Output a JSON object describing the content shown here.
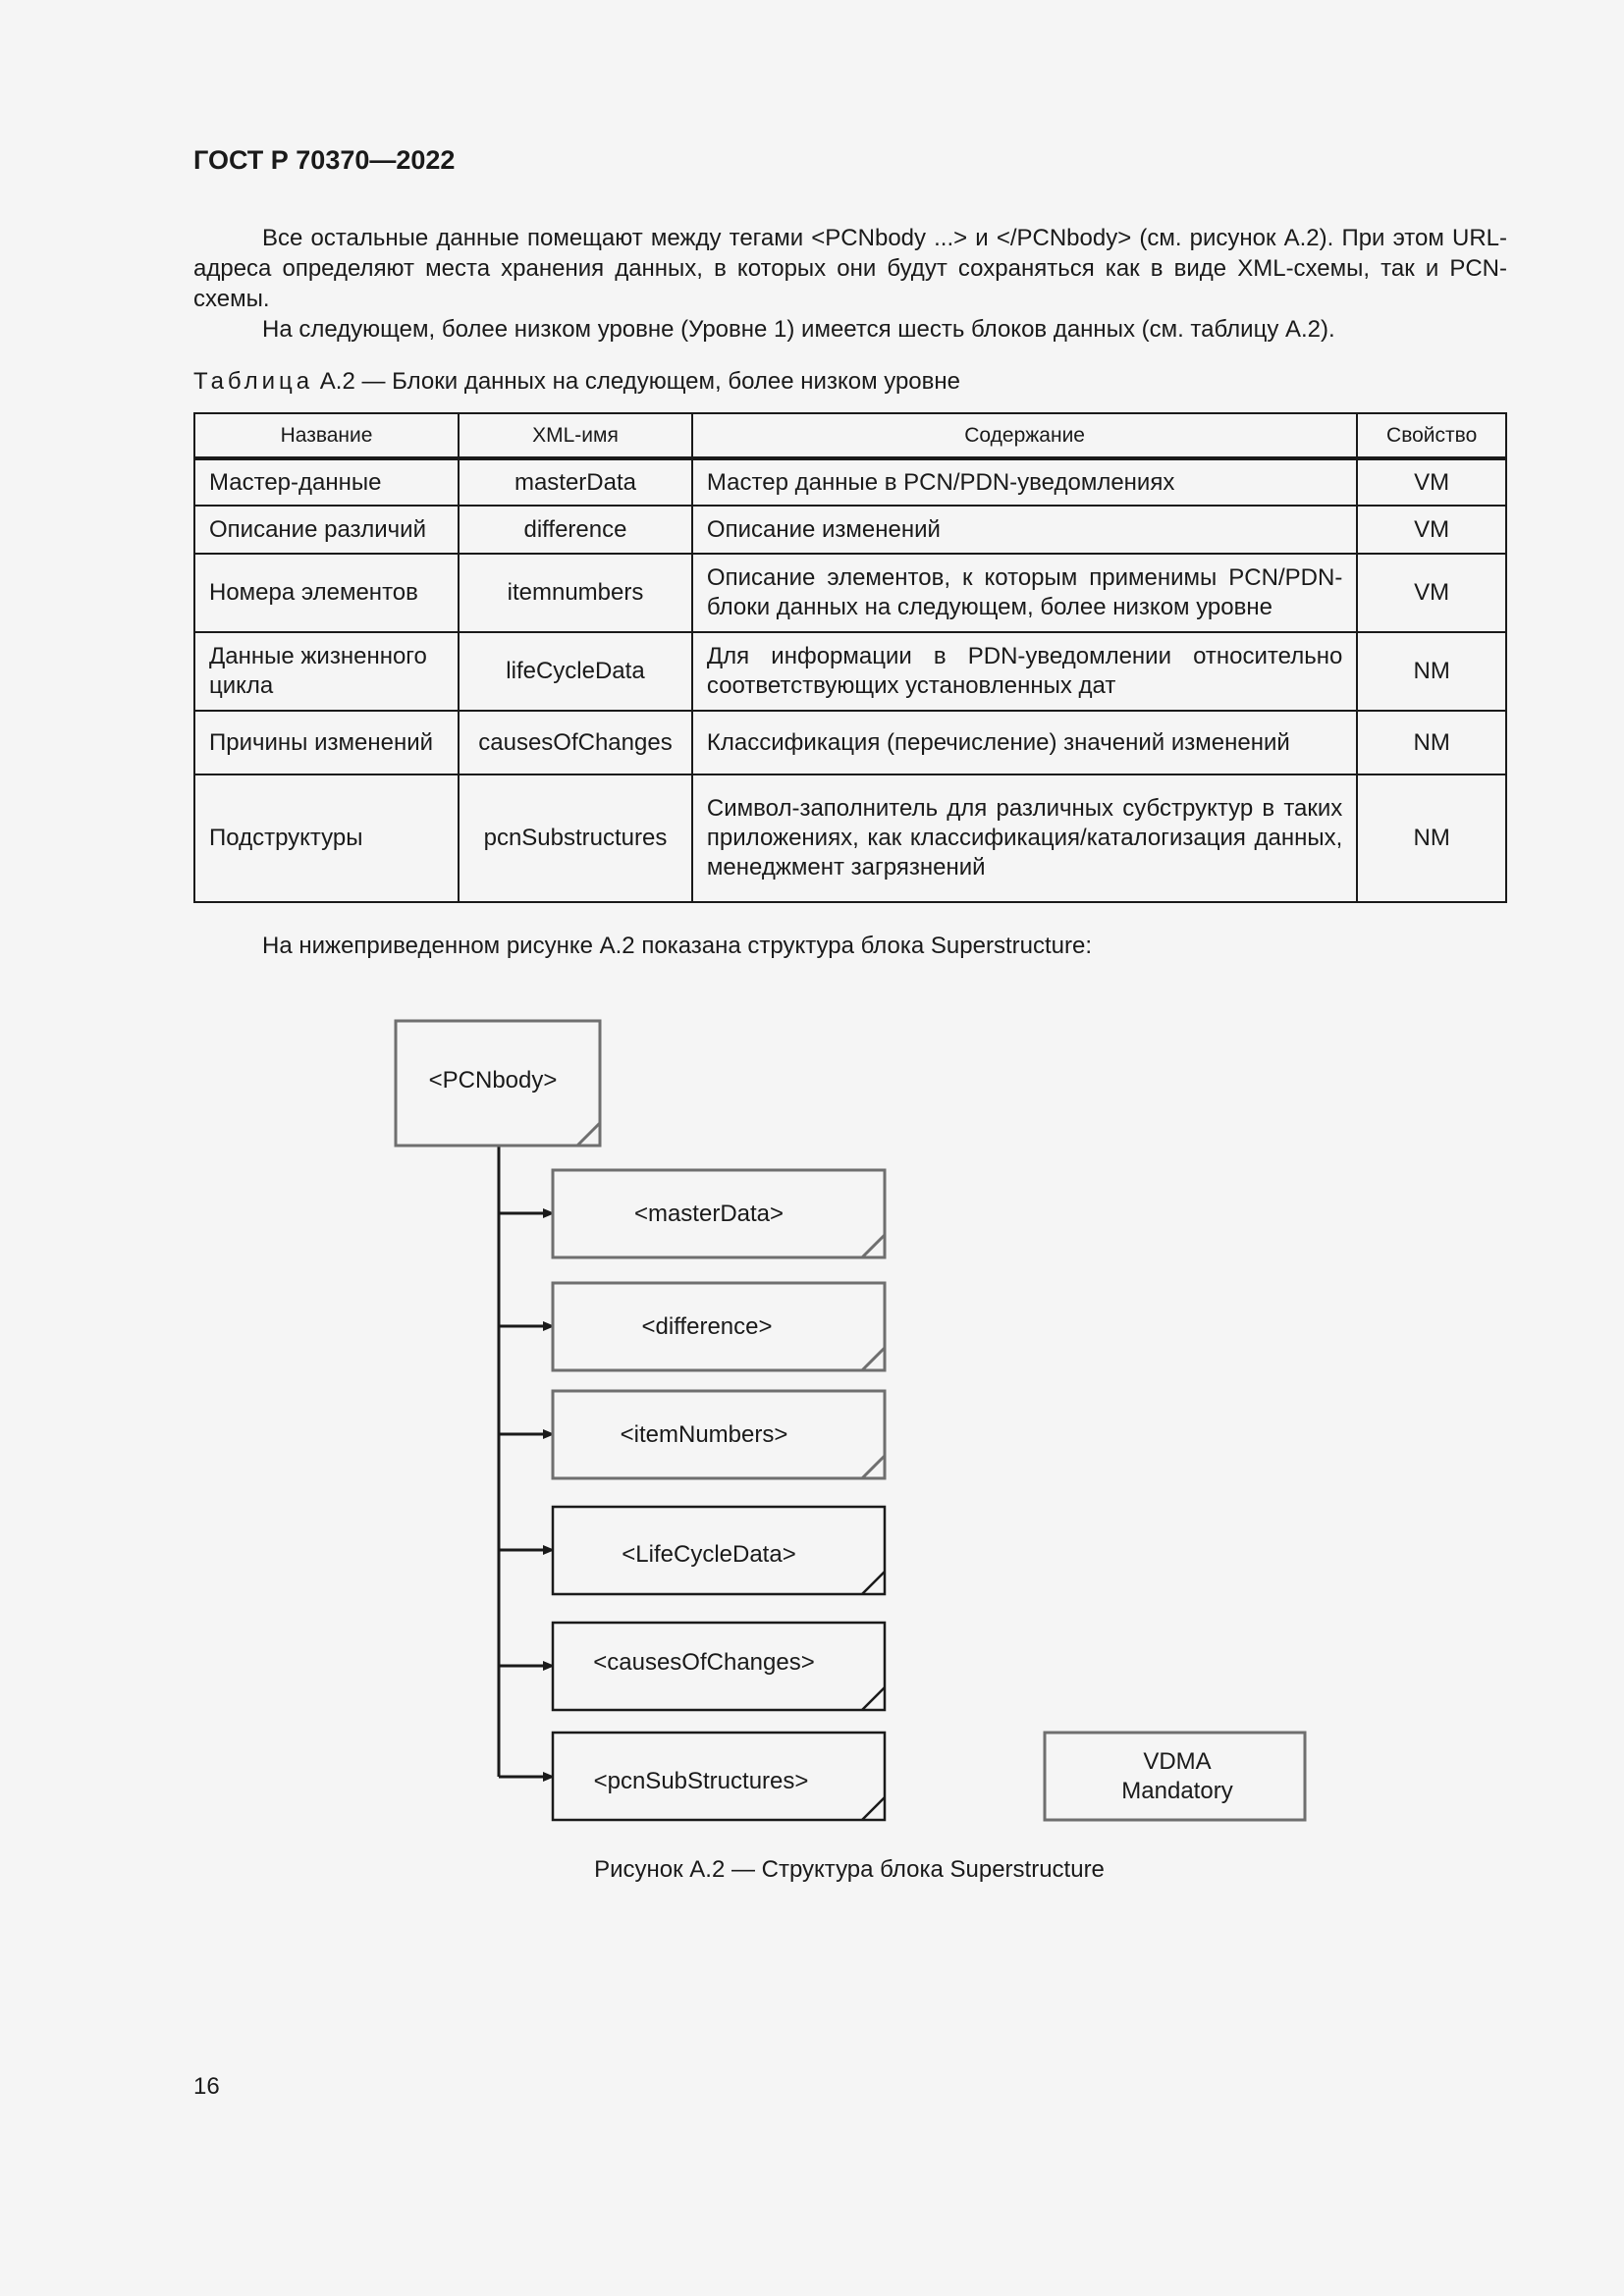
{
  "header": {
    "title": "ГОСТ Р 70370—2022"
  },
  "paragraphs": {
    "p1": "Все остальные данные помещают между тегами <PCNbody ...> и </PCNbody> (см. рисунок А.2). При этом URL-адреса определяют места хранения данных, в которых они будут сохраняться как в виде XML-схемы, так и PCN-схемы.",
    "p2": "На следующем, более низком уровне (Уровне 1) имеется шесть блоков данных (см. таблицу А.2).",
    "p3": "На нижеприведенном рисунке А.2 показана структура блока Superstructure:"
  },
  "table": {
    "caption_label": "Таблица",
    "caption_text": " А.2 — Блоки данных на следующем, более низком уровне",
    "headers": [
      "Название",
      "XML-имя",
      "Содержание",
      "Свойство"
    ],
    "rows": [
      [
        "Мастер-данные",
        "masterData",
        "Мастер данные в PCN/PDN-уведомлениях",
        "VM"
      ],
      [
        "Описание различий",
        "difference",
        "Описание изменений",
        "VM"
      ],
      [
        "Номера элементов",
        "itemnumbers",
        "Описание элементов, к которым применимы PCN/PDN-блоки данных на следующем, более низком уровне",
        "VM"
      ],
      [
        "Данные жизненного цикла",
        "lifeCycleData",
        "Для информации в PDN-уведомлении относительно соответствующих установленных дат",
        "NM"
      ],
      [
        "Причины изменений",
        "causesOfChanges",
        "Классификация (перечисление) значений изменений",
        "NM"
      ],
      [
        "Подструктуры",
        "pcnSubstructures",
        "Символ-заполнитель для различных субструктур в таких приложениях, как классификация/каталогизация данных, менеджмент загрязнений",
        "NM"
      ]
    ]
  },
  "diagram": {
    "root": "<PCNbody>",
    "children": [
      "<masterData>",
      "<difference>",
      "<itemNumbers>",
      "<LifeCycleData>",
      "<causesOfChanges>",
      "<pcnSubStructures>"
    ],
    "legend_line1": "VDMA",
    "legend_line2": "Mandatory",
    "colors": {
      "gray_border": "#6f6f6f",
      "dark_border": "#1a1a1a"
    }
  },
  "figure": {
    "caption": "Рисунок А.2 — Структура блока Superstructure"
  },
  "footer": {
    "page_number": "16"
  }
}
